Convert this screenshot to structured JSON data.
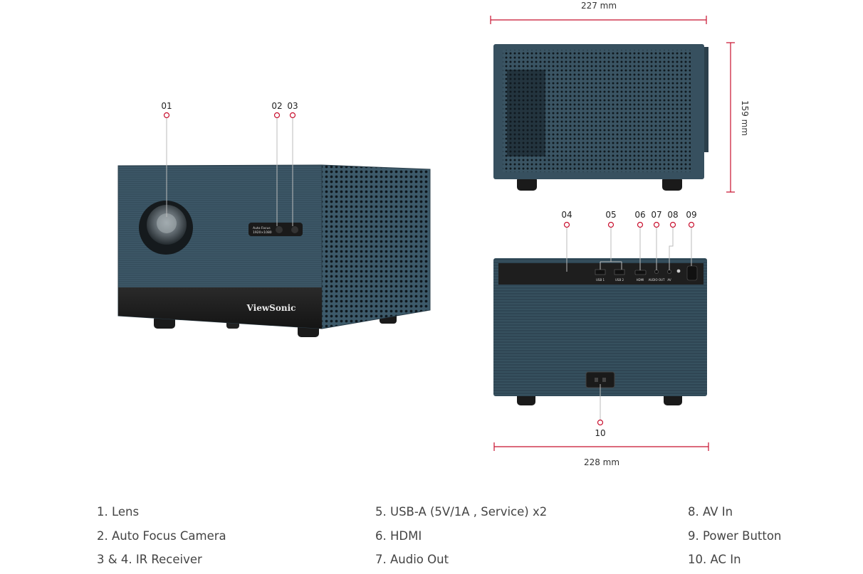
{
  "dimensions": {
    "top_width": "227 mm",
    "height": "159 mm",
    "bottom_width": "228 mm"
  },
  "front_view": {
    "brand": "ViewSonic",
    "camera_label_line1": "Auto Focus",
    "camera_label_line2": "1920×1080"
  },
  "callouts": {
    "c01": "01",
    "c02": "02",
    "c03": "03",
    "c04": "04",
    "c05": "05",
    "c06": "06",
    "c07": "07",
    "c08": "08",
    "c09": "09",
    "c10": "10"
  },
  "rear_ports": {
    "usb1": "USB 1",
    "usb2": "USB 2",
    "hdmi": "HDMI",
    "audio_out": "AUDIO OUT",
    "av": "AV"
  },
  "legend": {
    "col1": [
      "1. Lens",
      "2. Auto Focus Camera",
      "3 & 4. IR Receiver"
    ],
    "col2": [
      "5. USB-A (5V/1A , Service) x2",
      "6. HDMI",
      "7. Audio Out"
    ],
    "col3": [
      "8. AV In",
      "9. Power Button",
      "10. AC In"
    ]
  },
  "colors": {
    "accent": "#c8102e",
    "body": "#37505f",
    "body_dark": "#2c414e",
    "bezel": "#1c1c1c"
  }
}
